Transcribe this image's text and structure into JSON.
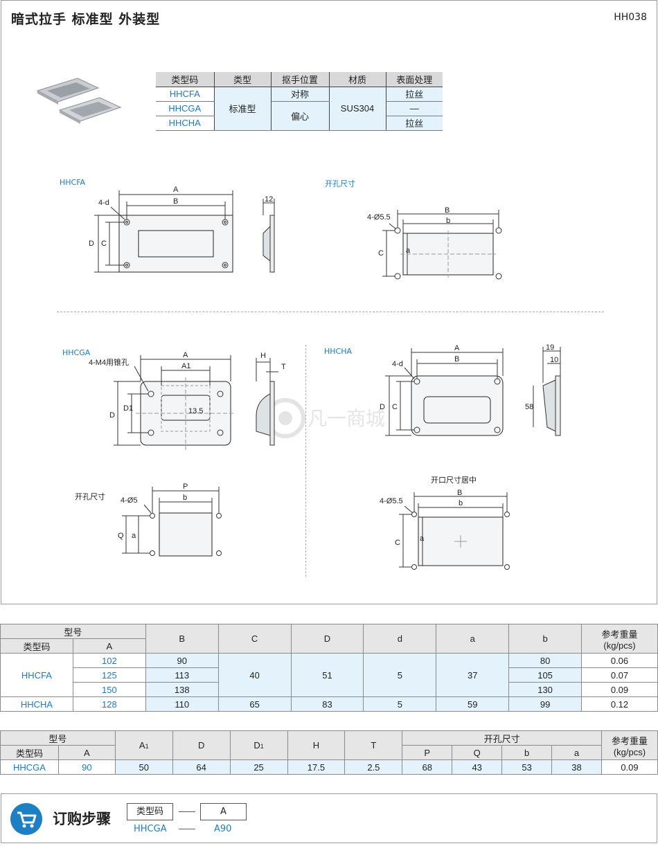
{
  "header": {
    "title": "暗式拉手  标准型  外装型",
    "code": "HH038"
  },
  "type_table": {
    "headers": [
      "类型码",
      "类型",
      "抠手位置",
      "材质",
      "表面处理"
    ],
    "codes": [
      "HHCFA",
      "HHCGA",
      "HHCHA"
    ],
    "type": "标准型",
    "positions": [
      "对称",
      "偏心"
    ],
    "material": "SUS304",
    "surfaces": [
      "拉丝",
      "—",
      "拉丝"
    ]
  },
  "drawings": {
    "hhcfa": {
      "label": "HHCFA",
      "A": "A",
      "B": "B",
      "D": "D",
      "C": "C",
      "d": "4-d",
      "t": "12"
    },
    "hhcfa_cut": {
      "label": "开孔尺寸",
      "hole": "4-Ø5.5",
      "B": "B",
      "b": "b",
      "C": "C",
      "a": "a"
    },
    "hhcga": {
      "label": "HHCGA",
      "hole": "4-M4用锥孔",
      "A": "A",
      "A1": "A1",
      "D": "D",
      "D1": "D1",
      "dim": "13.5",
      "H": "H",
      "T": "T"
    },
    "hhcga_cut": {
      "label": "开孔尺寸",
      "hole": "4-Ø5",
      "P": "P",
      "b": "b",
      "Q": "Q",
      "a": "a"
    },
    "hhcha": {
      "label": "HHCHA",
      "A": "A",
      "B": "B",
      "d": "4-d",
      "D": "D",
      "C": "C",
      "s19": "19",
      "s10": "10",
      "s58": "58"
    },
    "hhcha_cut": {
      "label": "开口尺寸居中",
      "hole": "4-Ø5.5",
      "B": "B",
      "b": "b",
      "C": "C",
      "a": "a"
    },
    "watermark": "凡一商城"
  },
  "table1": {
    "model_header": "型号",
    "type_code": "类型码",
    "a_header": "A",
    "cols": [
      "B",
      "C",
      "D",
      "d",
      "a",
      "b"
    ],
    "weight_header": "参考重量",
    "weight_unit": "(kg/pcs)",
    "hhcfa": {
      "code": "HHCFA",
      "A": [
        "102",
        "125",
        "150"
      ],
      "B": [
        "90",
        "113",
        "138"
      ],
      "C": "40",
      "D": "51",
      "d": "5",
      "a": "37",
      "b": [
        "80",
        "105",
        "130"
      ],
      "w": [
        "0.06",
        "0.07",
        "0.09"
      ]
    },
    "hhcha": {
      "code": "HHCHA",
      "A": "128",
      "B": "110",
      "C": "65",
      "D": "83",
      "d": "5",
      "a": "59",
      "b": "99",
      "w": "0.12"
    }
  },
  "table2": {
    "model_header": "型号",
    "type_code": "类型码",
    "a_header": "A",
    "cols": [
      "A1",
      "D",
      "D1",
      "H",
      "T"
    ],
    "cut_header": "开孔尺寸",
    "cut_cols": [
      "P",
      "Q",
      "b",
      "a"
    ],
    "weight_header": "参考重量",
    "weight_unit": "(kg/pcs)",
    "row": {
      "code": "HHCGA",
      "A": "90",
      "A1": "50",
      "D": "64",
      "D1": "25",
      "H": "17.5",
      "T": "2.5",
      "P": "68",
      "Q": "43",
      "b": "53",
      "a": "38",
      "w": "0.09"
    }
  },
  "order": {
    "title": "订购步骤",
    "box1": "类型码",
    "box2": "A",
    "val1": "HHCGA",
    "val2": "A90",
    "icon": "shopping-cart-icon"
  }
}
